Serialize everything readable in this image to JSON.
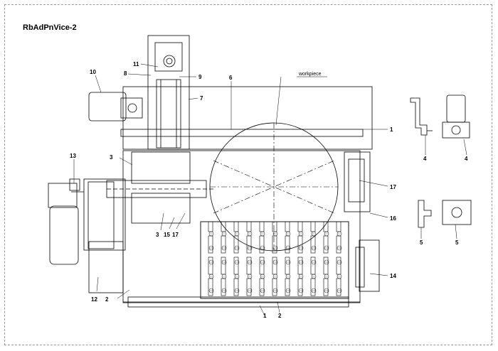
{
  "title": "RbAdPnVice-2",
  "labels": {
    "l1_right": "1",
    "l1_bottom": "1",
    "l2_bottom": "2",
    "l2_left": "2",
    "l3_upper": "3",
    "l3_lower": "3",
    "l4_a": "4",
    "l4_b": "4",
    "l5_a": "5",
    "l5_b": "5",
    "l6": "6",
    "l7": "7",
    "l8": "8",
    "l9": "9",
    "l10": "10",
    "l11": "11",
    "l12": "12",
    "l13": "13",
    "l14": "14",
    "l15": "15",
    "l16": "16",
    "l17_right": "17",
    "l17_bottom": "17",
    "workpiece": "workpiece"
  }
}
